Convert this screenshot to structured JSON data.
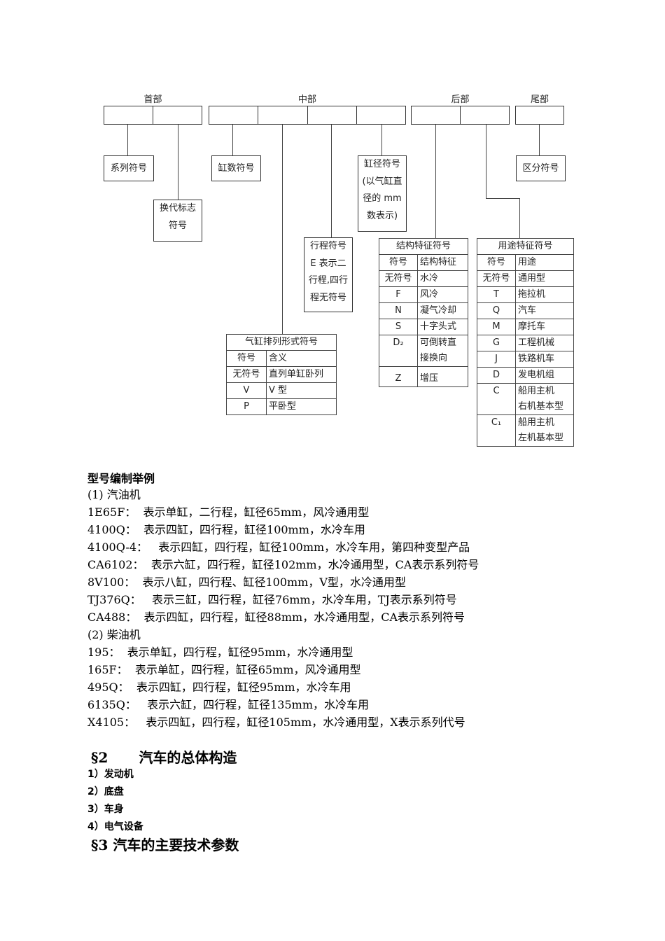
{
  "diagram": {
    "section_headers": {
      "head": "首部",
      "middle": "中部",
      "rear": "后部",
      "tail": "尾部"
    },
    "label_boxes": {
      "series": [
        "系列符号"
      ],
      "replacement": [
        "换代标志",
        "符号"
      ],
      "cylinder_count": [
        "缸数符号"
      ],
      "bore": [
        "缸径符号",
        "(以气缸直",
        "径的 mm",
        "数表示)"
      ],
      "stroke": [
        "行程符号",
        "E 表示二",
        "行程,四行",
        "程无符号"
      ],
      "distinction": [
        "区分符号"
      ]
    },
    "arrangement_table": {
      "caption": "气缸排列形式符号",
      "header": [
        "符号",
        "含义"
      ],
      "rows": [
        [
          "无符号",
          "直列单缸卧列"
        ],
        [
          "V",
          "V 型"
        ],
        [
          "P",
          "平卧型"
        ]
      ]
    },
    "structure_table": {
      "caption": "结构特征符号",
      "header": [
        "符号",
        "结构特征"
      ],
      "rows": [
        [
          "无符号",
          "水冷"
        ],
        [
          "F",
          "风冷"
        ],
        [
          "N",
          "凝气冷却"
        ],
        [
          "S",
          "十字头式"
        ],
        [
          "D₂",
          "可倒转直\n接换向"
        ],
        [
          "Z",
          "增压"
        ]
      ]
    },
    "usage_table": {
      "caption": "用途特征符号",
      "header": [
        "符号",
        "用途"
      ],
      "rows": [
        [
          "无符号",
          "通用型"
        ],
        [
          "T",
          "拖拉机"
        ],
        [
          "Q",
          "汽车"
        ],
        [
          "M",
          "摩托车"
        ],
        [
          "G",
          "工程机械"
        ],
        [
          "J",
          "铁路机车"
        ],
        [
          "D",
          "发电机组"
        ],
        [
          "C",
          "船用主机\n右机基本型"
        ],
        [
          "C₁",
          "船用主机\n左机基本型"
        ]
      ]
    }
  },
  "examples": {
    "title": "型号编制举例",
    "gasoline": {
      "heading": "(1) 汽油机",
      "items": [
        {
          "code": "1E65F：",
          "desc": "表示单缸，二行程，缸径65mm，风冷通用型"
        },
        {
          "code": "4100Q：",
          "desc": "表示四缸，四行程，缸径100mm，水冷车用"
        },
        {
          "code": "4100Q-4：",
          "desc": "表示四缸，四行程，缸径100mm，水冷车用，第四种变型产品"
        },
        {
          "code": "CA6102：",
          "desc": "表示六缸，四行程，缸径102mm，水冷通用型，CA表示系列符号"
        },
        {
          "code": "8V100：",
          "desc": "表示八缸，四行程、缸径100mm，V型，水冷通用型"
        },
        {
          "code": "TJ376Q：",
          "desc": "表示三缸，四行程，缸径76mm，水冷车用，TJ表示系列符号"
        },
        {
          "code": "CA488：",
          "desc": "表示四缸，四行程，缸径88mm，水冷通用型，CA表示系列符号"
        }
      ]
    },
    "diesel": {
      "heading": "(2) 柴油机",
      "items": [
        {
          "code": "195：",
          "desc": "表示单缸，四行程，缸径95mm，水冷通用型"
        },
        {
          "code": "165F：",
          "desc": "表示单缸，四行程，缸径65mm，风冷通用型"
        },
        {
          "code": "495Q：",
          "desc": "表示四缸，四行程，缸径95mm，水冷车用"
        },
        {
          "code": "6135Q：",
          "desc": "表示六缸，四行程，缸径135mm，水冷车用"
        },
        {
          "code": "X4105：",
          "desc": "表示四缸，四行程，缸径105mm，水冷通用型，X表示系列代号"
        }
      ]
    }
  },
  "section2": {
    "number": "§2",
    "title": "汽车的总体构造",
    "items": [
      "1）发动机",
      "2）底盘",
      "3）车身",
      "4）电气设备"
    ]
  },
  "section3": {
    "title": "§3 汽车的主要技术参数"
  }
}
